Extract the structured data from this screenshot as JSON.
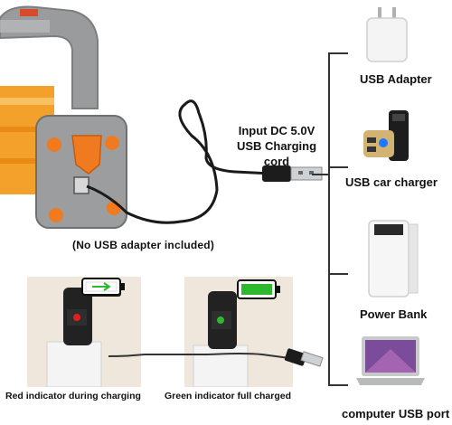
{
  "cord": {
    "line1": "Input DC 5.0V",
    "line2": "USB Charging cord"
  },
  "note": "(No USB  adapter included)",
  "devices": [
    {
      "label": "USB Adapter"
    },
    {
      "label": "USB car charger"
    },
    {
      "label": "Power Bank"
    },
    {
      "label": "computer USB port"
    }
  ],
  "indicators": {
    "red_label": "Red indicator during charging",
    "green_label": "Green indicator full charged",
    "red_color": "#e02020",
    "green_color": "#2db82d"
  },
  "colors": {
    "housing_orange": "#f59a1c",
    "body_gray": "#9a9b9c",
    "port_cap": "#f07a20"
  }
}
